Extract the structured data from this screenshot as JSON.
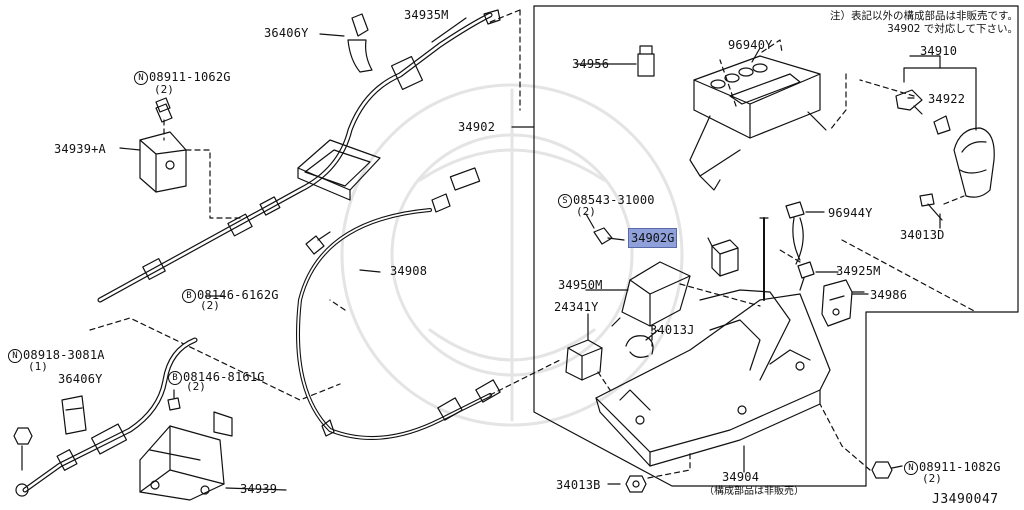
{
  "diagram": {
    "note_line1": "注）表記以外の構成部品は非販売です。",
    "note_line2": "34902 で対応して下さい。",
    "diagram_code": "J3490047",
    "highlight_color": "#8fa0da",
    "parts": {
      "p36406Y_top": "36406Y",
      "p34935M": "34935M",
      "p08911_1062G": "08911-1062G",
      "p08911_1062G_qty": "(2)",
      "p34939A": "34939+A",
      "p34902": "34902",
      "p34908": "34908",
      "p08146_6162G": "08146-6162G",
      "p08146_6162G_qty": "(2)",
      "p08918_3081A": "08918-3081A",
      "p08918_3081A_qty": "(1)",
      "p36406Y_bot": "36406Y",
      "p08146_8161G": "08146-8161G",
      "p08146_8161G_qty": "(2)",
      "p34939": "34939",
      "p34956": "34956",
      "p96940Y": "96940Y",
      "p34910": "34910",
      "p34922": "34922",
      "p08543_31000": "08543-31000",
      "p08543_31000_qty": "(2)",
      "p96944Y": "96944Y",
      "p34013D": "34013D",
      "p34902G": "34902G",
      "p34925M": "34925M",
      "p34950M": "34950M",
      "p34986": "34986",
      "p24341Y": "24341Y",
      "p34013J": "34013J",
      "p34904": "34904",
      "p34904_note": "（構成部品は非販売）",
      "p34013B": "34013B",
      "p08911_1082G": "08911-1082G",
      "p08911_1082G_qty": "(2)",
      "prefix_N": "N",
      "prefix_B": "B",
      "prefix_S": "S"
    }
  }
}
